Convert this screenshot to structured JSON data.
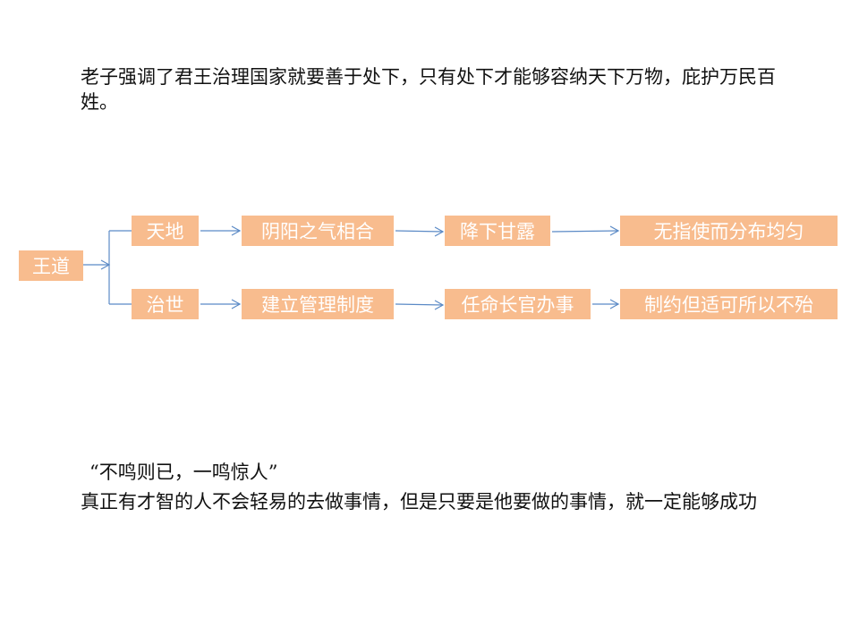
{
  "intro": "老子强调了君王治理国家就要善于处下，只有处下才能够容纳天下万物，庇护万民百姓。",
  "diagram": {
    "root": "王道",
    "rows": [
      [
        "天地",
        "阴阳之气相合",
        "降下甘露",
        "无指使而分布均匀"
      ],
      [
        "治世",
        "建立管理制度",
        "任命长官办事",
        "制约但适可所以不殆"
      ]
    ],
    "box_color": "#f8bc8e",
    "line_color": "#5b8ac6"
  },
  "quote": "“不鸣则已，一鸣惊人”",
  "explanation": "真正有才智的人不会轻易的去做事情，但是只要是他要做的事情，就一定能够成功"
}
